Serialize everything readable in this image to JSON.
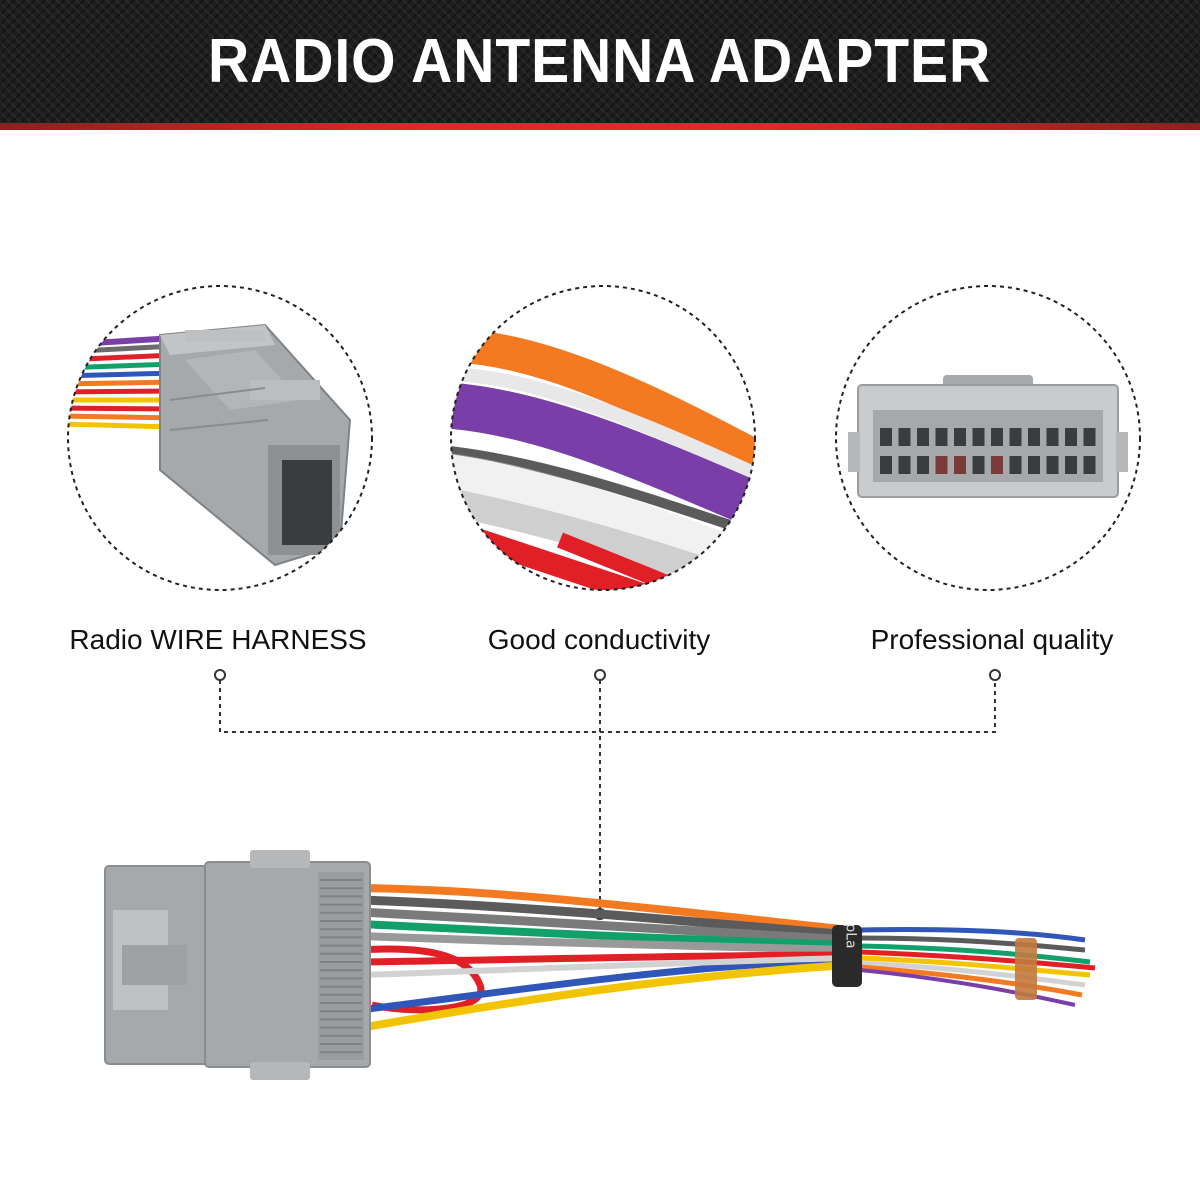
{
  "header": {
    "title": "RADIO ANTENNA ADAPTER"
  },
  "colors": {
    "accent": "#e1262d",
    "header_bg": "#1e1e1e",
    "connector_gray": "#a6a9ac",
    "wire_orange": "#f37a20",
    "wire_purple": "#7a3ea8",
    "wire_red": "#e01f26",
    "wire_yellow": "#f2c400",
    "wire_blue": "#2f56b8",
    "wire_green": "#12a06a"
  },
  "features": [
    {
      "label": "Radio WIRE HARNESS",
      "icon": "wire-harness-closeup"
    },
    {
      "label": "Good conductivity",
      "icon": "wire-bundle-closeup"
    },
    {
      "label": "Professional quality",
      "icon": "connector-face-closeup"
    }
  ],
  "sleeve_mark": "pLa"
}
